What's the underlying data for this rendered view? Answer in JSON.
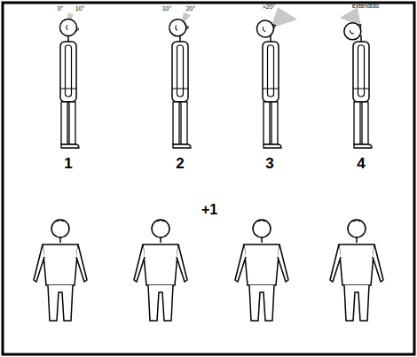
{
  "diagram": {
    "labels": [
      "0°",
      "10°",
      "10°",
      "20°",
      ">20°",
      "extendido",
      "1",
      "2",
      "3",
      "4",
      "+1"
    ]
  }
}
